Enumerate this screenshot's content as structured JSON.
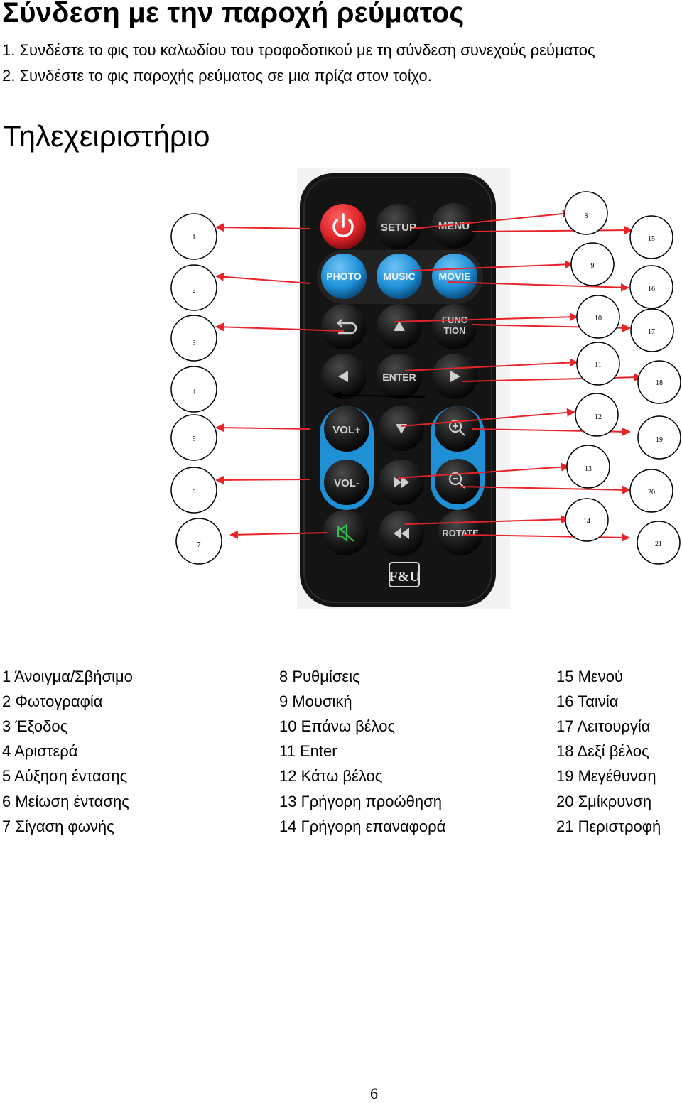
{
  "section": {
    "title": "Σύνδεση με την παροχή ρεύματος",
    "steps": [
      "1. Συνδέστε το φις του καλωδίου του τροφοδοτικού με τη σύνδεση συνεχούς ρεύματος",
      "2. Συνδέστε το φις παροχής ρεύματος σε μια πρίζα στον τοίχο."
    ]
  },
  "remote_heading": "Τηλεχειριστήριο",
  "remote": {
    "brand": "F&U",
    "button_labels": {
      "setup": "SETUP",
      "menu": "MENU",
      "photo": "PHOTO",
      "music": "MUSIC",
      "movie": "MOVIE",
      "function_line1": "FUNC",
      "function_line2": "TION",
      "enter": "ENTER",
      "vol_up": "VOL+",
      "vol_down": "VOL-",
      "rotate": "ROTATE"
    },
    "callouts": [
      "1",
      "2",
      "3",
      "4",
      "5",
      "6",
      "7",
      "8",
      "9",
      "10",
      "11",
      "12",
      "13",
      "14",
      "15",
      "16",
      "17",
      "18",
      "19",
      "20",
      "21"
    ],
    "colors": {
      "power": "#e0242b",
      "mode": "#1f8fd6",
      "body": "#151515",
      "arrow": "#e8242b"
    }
  },
  "legend": {
    "col1": [
      "1 Άνοιγμα/Σβήσιμο",
      "2 Φωτογραφία",
      "3 Έξοδος",
      "4 Αριστερά",
      "5 Αύξηση έντασης",
      "6 Μείωση έντασης",
      "7 Σίγαση φωνής"
    ],
    "col2": [
      "8 Ρυθμίσεις",
      "9 Μουσική",
      "10 Επάνω βέλος",
      "11 Enter",
      "12 Κάτω βέλος",
      "13 Γρήγορη προώθηση",
      "14 Γρήγορη επαναφορά"
    ],
    "col3": [
      "15 Μενού",
      "16 Ταινία",
      "17 Λειτουργία",
      "18 Δεξί βέλος",
      "19 Μεγέθυνση",
      "20 Σμίκρυνση",
      "21 Περιστροφή"
    ]
  },
  "page_number": "6"
}
